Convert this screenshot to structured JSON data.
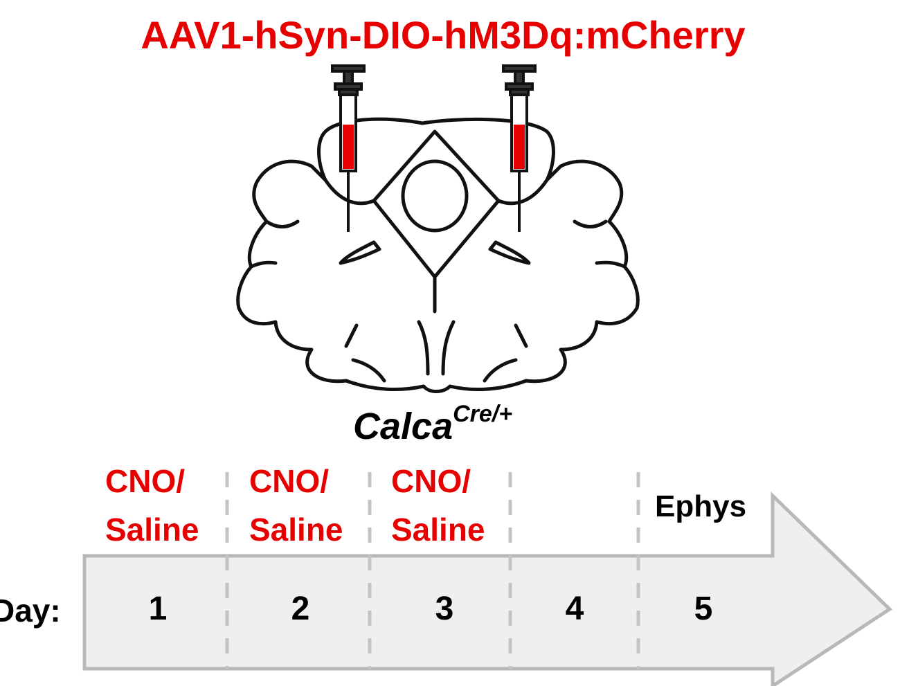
{
  "title": "AAV1-hSyn-DIO-hM3Dq:mCherry",
  "genotype": {
    "gene": "Calca",
    "superscript": "Cre/+"
  },
  "timeline": {
    "day_label": "Day:",
    "days": [
      "1",
      "2",
      "3",
      "4",
      "5"
    ],
    "treatments": [
      {
        "line1": "CNO/",
        "line2": "Saline"
      },
      {
        "line1": "CNO/",
        "line2": "Saline"
      },
      {
        "line1": "CNO/",
        "line2": "Saline"
      }
    ],
    "day5_label": "Ephys"
  },
  "colors": {
    "accent": "#e60000",
    "arrow_fill": "#efefef",
    "arrow_stroke": "#b8b8b8",
    "divider": "#c4c4c4"
  },
  "icons": [
    "syringe-icon",
    "brain-section-icon",
    "timeline-arrow"
  ]
}
